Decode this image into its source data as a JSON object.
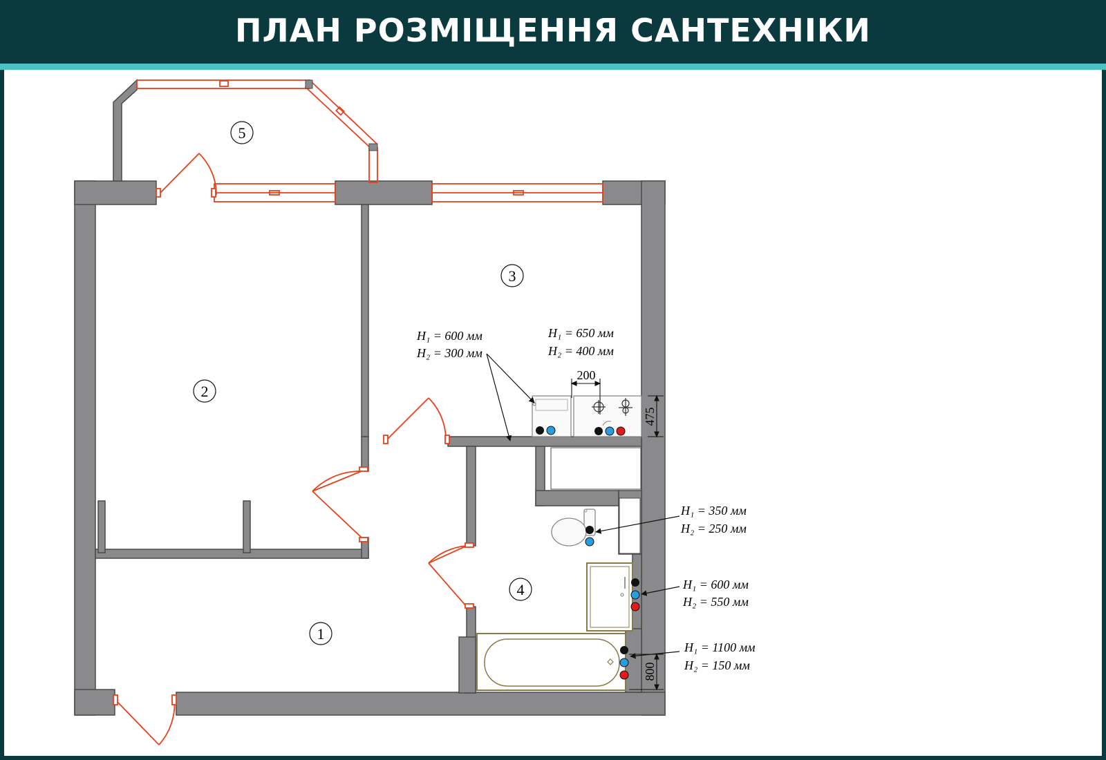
{
  "header": {
    "title": "ПЛАН РОЗМІЩЕННЯ САНТЕХНІКИ"
  },
  "rooms": [
    "1",
    "2",
    "3",
    "4",
    "5"
  ],
  "dimensions": {
    "d200": "200",
    "d475": "475",
    "d800": "800"
  },
  "annotations": [
    {
      "h1": "H₁ = 600 мм",
      "h2": "H₂ = 300 мм"
    },
    {
      "h1": "H₁ = 650 мм",
      "h2": "H₂ = 400 мм"
    },
    {
      "h1": "H₁ = 350 мм",
      "h2": "H₂ = 250 мм"
    },
    {
      "h1": "H₁ = 600 мм",
      "h2": "H₂ = 550 мм"
    },
    {
      "h1": "H₁ = 1100 мм",
      "h2": "H₂ = 150 мм"
    }
  ],
  "colors": {
    "header_bg": "#0a3a3d",
    "accent": "#4cc1c1",
    "wall": "#8a8a8c",
    "window_door": "#e8401c",
    "fixture": "#8a7a4a",
    "cold_water": "#2a9de0",
    "hot_water": "#e01b1b",
    "sewer": "#111111"
  }
}
